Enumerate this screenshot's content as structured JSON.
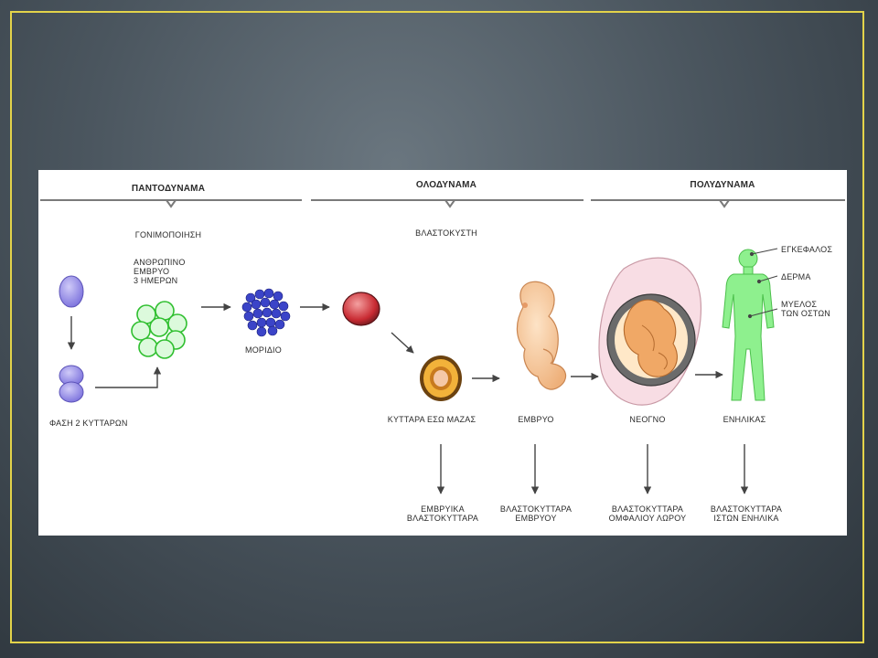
{
  "slide": {
    "frame_color": "#e3d34a"
  },
  "diagram": {
    "headers": {
      "pantodynama": "ΠΑΝΤΟΔΥΝΑΜΑ",
      "olodynama": "ΟΛΟΔΥΝΑΜΑ",
      "polydynama": "ΠΟΛΥΔΥΝΑΜΑ"
    },
    "stage_labels": {
      "gonimopoiisi": "ΓΟΝΙΜΟΠΟΙΗΣΗ",
      "blastokysti": "ΒΛΑΣΤΟΚΥΣΤΗ",
      "embryo_3days": "ΑΝΘΡΩΠΙΝΟ\nΕΜΒΡΥΟ\n3 ΗΜΕΡΩΝ",
      "morido": "ΜΟΡΙΔΙΟ",
      "phase_2_cells": "ΦΑΣΗ 2 ΚΥΤΤΑΡΩΝ",
      "inner_mass_cells": "ΚΥΤΤΑΡΑ ΕΣΩ ΜΑΖΑΣ",
      "embryo": "ΕΜΒΡΥΟ",
      "newborn": "ΝΕΟΓΝΟ",
      "adult": "ΕΝΗΛΙΚΑΣ"
    },
    "body_labels": {
      "brain": "ΕΓΚΕΦΑΛΟΣ",
      "skin": "ΔΕΡΜΑ",
      "bone_marrow": "ΜΥΕΛΟΣ\nΤΩΝ ΟΣΤΩΝ"
    },
    "outcomes": {
      "embryonic_stem": "ΕΜΒΡΥΙΚΑ\nΒΛΑΣΤΟΚΥΤΤΑΡΑ",
      "fetal_stem": "ΒΛΑΣΤΟΚΥΤΤΑΡΑ\nΕΜΒΡΥΟΥ",
      "cord_stem": "ΒΛΑΣΤΟΚΥΤΤΑΡΑ\nΟΜΦΑΛΙΟΥ ΛΩΡΟΥ",
      "adult_stem": "ΒΛΑΣΤΟΚΥΤΤΑΡΑ\nΙΣΤΩΝ ΕΝΗΛΙΚΑ"
    },
    "colors": {
      "zygote": "#8c84e6",
      "embryo_cells": "#6fe36f",
      "morula": "#3b44c8",
      "blastocyst": "#c8323a",
      "inner_mass": "#e8a42c",
      "fetus": "#f4c79a",
      "adult": "#7ee07e"
    }
  }
}
